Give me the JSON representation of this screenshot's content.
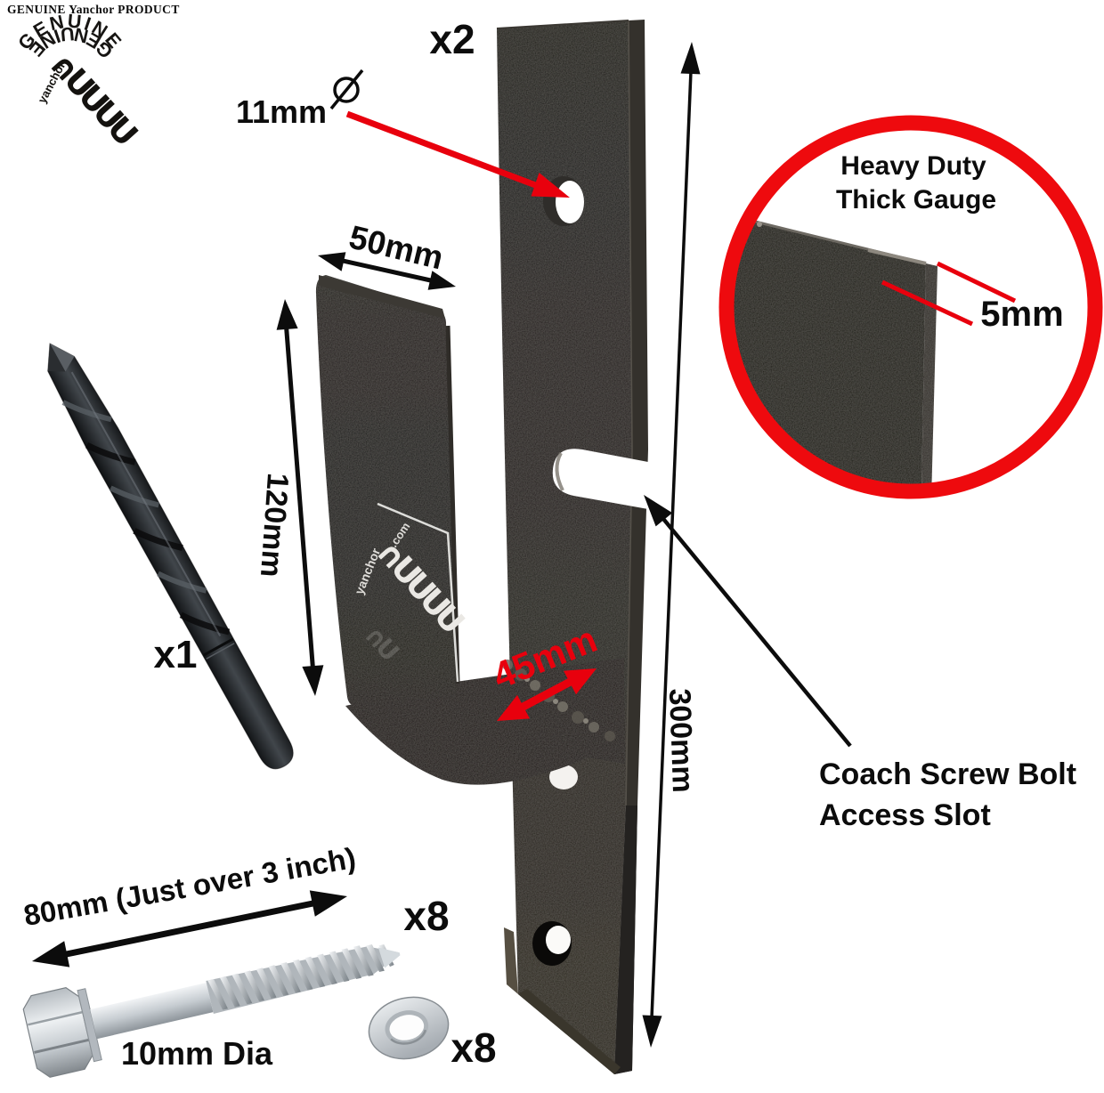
{
  "header": {
    "brand_line": "GENUINE Yanchor PRODUCT"
  },
  "stamp": {
    "arc_top": "GENUINE",
    "arc_bottom": "GENUINE",
    "brand": "yanchor",
    "logo_chain": "∩UUUU"
  },
  "product": {
    "quantity": "x2",
    "label": {
      "brand": "yanchor",
      "logo_chain": "∩UUUU",
      "suffix": ".com"
    }
  },
  "annotations": {
    "hole_diameter": "11mm",
    "flange_width": "50mm",
    "flange_height": "120mm",
    "channel_depth": "45mm",
    "plate_height": "300mm",
    "plate_thickness": "5mm",
    "inset_title_line1": "Heavy Duty",
    "inset_title_line2": "Thick Gauge",
    "slot_callout_line1": "Coach Screw Bolt",
    "slot_callout_line2": "Access Slot"
  },
  "hardware": {
    "drill": {
      "quantity": "x1"
    },
    "coach_screw": {
      "length": "80mm (Just over 3 inch)",
      "diameter": "10mm Dia",
      "quantity": "x8"
    },
    "washer": {
      "quantity": "x8"
    }
  },
  "colors": {
    "accent_red": "#ee0a0e",
    "steel_black": "#1a1715",
    "zinc_silver": "#ccd2d6"
  }
}
